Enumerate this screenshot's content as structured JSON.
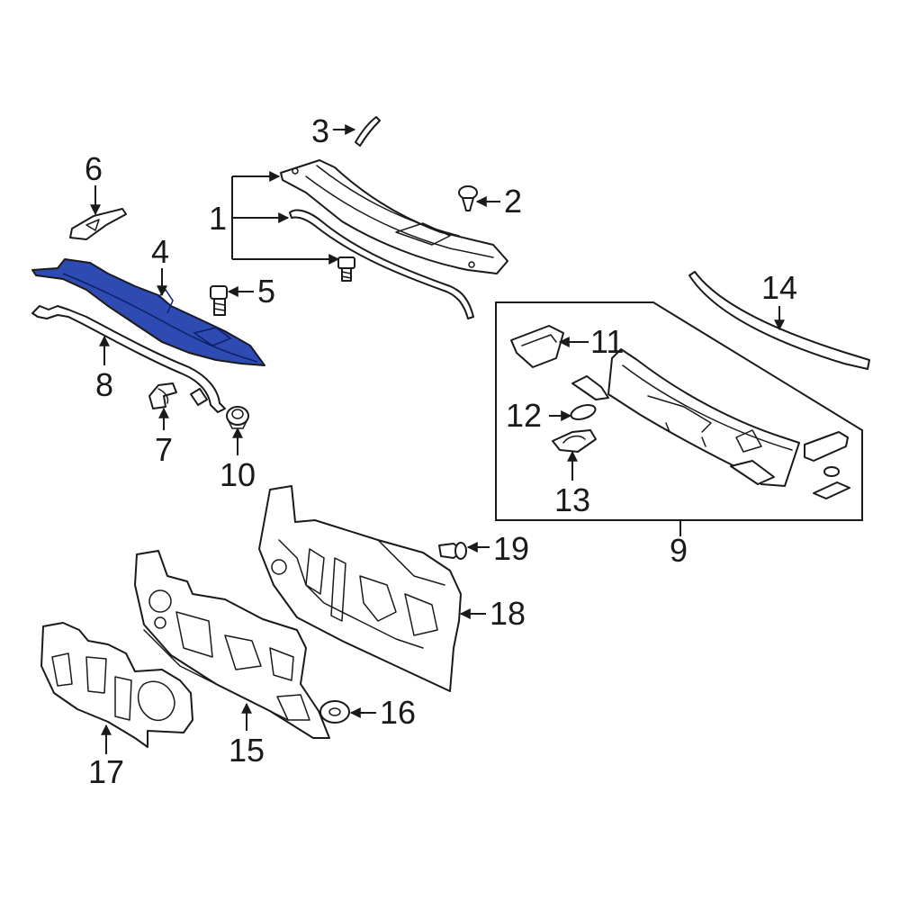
{
  "callouts": {
    "c1": "1",
    "c2": "2",
    "c3": "3",
    "c4": "4",
    "c5": "5",
    "c6": "6",
    "c7": "7",
    "c8": "8",
    "c9": "9",
    "c10": "10",
    "c11": "11",
    "c12": "12",
    "c13": "13",
    "c14": "14",
    "c15": "15",
    "c16": "16",
    "c17": "17",
    "c18": "18",
    "c19": "19"
  },
  "colors": {
    "highlight": "#2e4bb3",
    "line": "#1a1a1a",
    "background": "#ffffff"
  }
}
